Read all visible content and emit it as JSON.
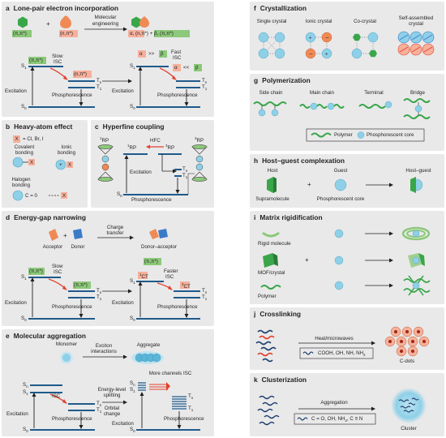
{
  "colors": {
    "panel_bg": "#e9e9ea",
    "blue_line": "#1f5a8a",
    "green_box": "#8cc97a",
    "salmon_box": "#f6b09b",
    "orange": "#f08a55",
    "red_arrow": "#e2412b",
    "teal_core": "#8ed0e8",
    "green_polymer": "#3aa64a",
    "navy": "#1c3f6e"
  },
  "a": {
    "letter": "a",
    "title": "Lone-pair electron incorporation",
    "pipi": "(π,π*)",
    "npi": "(n,π*)",
    "plus": "+",
    "mol_eng1": "Molecular",
    "mol_eng2": "engineering",
    "product": "α, (n,π*) + β, (π,π*)",
    "slow_isc1": "Slow",
    "slow_isc2": "ISC",
    "fast_isc1": "Fast",
    "fast_isc2": "ISC",
    "npi_left": "(n,π*)",
    "pipi_left": "(π,π*)",
    "alpha_gg": "α",
    "gg": ">>",
    "beta_gg": "β",
    "alpha_ll": "α",
    "ll": "<<",
    "beta_ll": "β",
    "s1": "S",
    "s0": "S",
    "tn": "T",
    "t1": "T",
    "excitation": "Excitation",
    "phosphorescence": "Phosphorescence"
  },
  "b": {
    "letter": "b",
    "title": "Heavy-atom effect",
    "x_def": "= Cl, Br, I",
    "x": "X",
    "covalent1": "Covalent",
    "covalent2": "bonding",
    "ionic1": "Ionic",
    "ionic2": "bonding",
    "halogen1": "Halogen",
    "halogen2": "bonding",
    "ceo": "C = 0"
  },
  "c": {
    "letter": "c",
    "title": "Hyperfine coupling",
    "rp_left": "RP",
    "rp_mid": "RP",
    "rp_mid2": "RP",
    "rp_right": "RP",
    "sup1": "1",
    "sup3": "3",
    "hfc": "HFC",
    "excitation": "Excitation",
    "phosphorescence": "Phosphorescence",
    "s0": "S",
    "tn": "T",
    "t1": "T"
  },
  "d": {
    "letter": "d",
    "title": "Energy-gap narrowing",
    "acceptor": "Acceptor",
    "plus": "+",
    "donor": "Donor",
    "charge1": "Charge",
    "charge2": "transfer",
    "da": "Donor–acceptor",
    "pipi": "(π,π*)",
    "ct": "CT",
    "slow1": "Slow",
    "slow2": "ISC",
    "faster1": "Faster",
    "faster2": "ISC",
    "excitation": "Excitation",
    "phosphorescence": "Phosphorescence",
    "s1": "S",
    "s0": "S",
    "tn": "T",
    "t1": "T"
  },
  "e": {
    "letter": "e",
    "title": "Molecular aggregation",
    "monomer": "Monomer",
    "exciton1": "Exciton",
    "exciton2": "interactions",
    "aggregate": "Aggregate",
    "more_channels": "More channels ISC",
    "isc": "ISC",
    "elsplit1": "Energy-level",
    "elsplit2": "splitting",
    "orbital1": "Orbital",
    "orbital2": "change",
    "excitation": "Excitation",
    "phosphorescence": "Phosphorescence",
    "sn": "S",
    "s1": "S",
    "s0": "S",
    "tn": "T",
    "t1": "T"
  },
  "f": {
    "letter": "f",
    "title": "Crystallization",
    "single": "Single crystal",
    "ionic": "Ionic crystal",
    "co": "Co-crystal",
    "self1": "Self-assembled",
    "self2": "crystal"
  },
  "g": {
    "letter": "g",
    "title": "Polymerization",
    "side": "Side chain",
    "main": "Main chain",
    "terminal": "Terminal",
    "bridge": "Bridge",
    "legend_polymer": "Polymer",
    "legend_core": "Phosphorescent core"
  },
  "h": {
    "letter": "h",
    "title": "Host–guest complexation",
    "host": "Host",
    "guest": "Guest",
    "hg": "Host–guest",
    "supra": "Supramolecule",
    "plus": "+",
    "core": "Phosphorescent core"
  },
  "i": {
    "letter": "i",
    "title": "Matrix rigidification",
    "rigid": "Rigid molecule",
    "mof": "MOF/crystal",
    "polymer": "Polymer",
    "plus": "+"
  },
  "j": {
    "letter": "j",
    "title": "Crosslinking",
    "heat": "Heat/microwaves",
    "groups": "COOH, OH, NH, NH",
    "sub2": "2",
    "cdots": "C-dots"
  },
  "k": {
    "letter": "k",
    "title": "Clusterization",
    "aggregation": "Aggregation",
    "groups": "C = O, OH, NH",
    "sub2": "2",
    "cn": ", C ≡ N",
    "cluster": "Cluster"
  }
}
